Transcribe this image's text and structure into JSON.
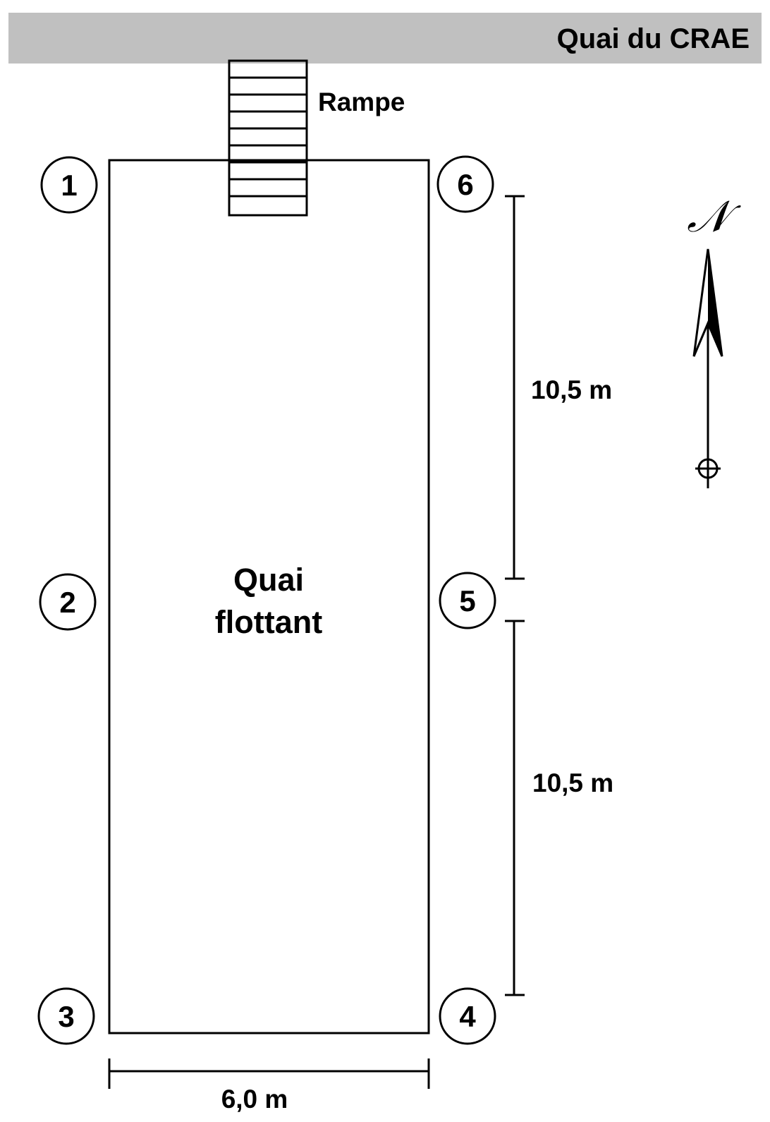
{
  "header": {
    "label": "Quai du CRAE",
    "band_color": "#c0c0c0"
  },
  "ramp": {
    "label": "Rampe"
  },
  "dock": {
    "label_line1": "Quai",
    "label_line2": "flottant"
  },
  "anchor_points": [
    "1",
    "2",
    "3",
    "4",
    "5",
    "6"
  ],
  "dimensions": {
    "upper_right": "10,5 m",
    "lower_right": "10,5 m",
    "bottom": "6,0 m"
  },
  "compass": {
    "label": "𝒩"
  }
}
